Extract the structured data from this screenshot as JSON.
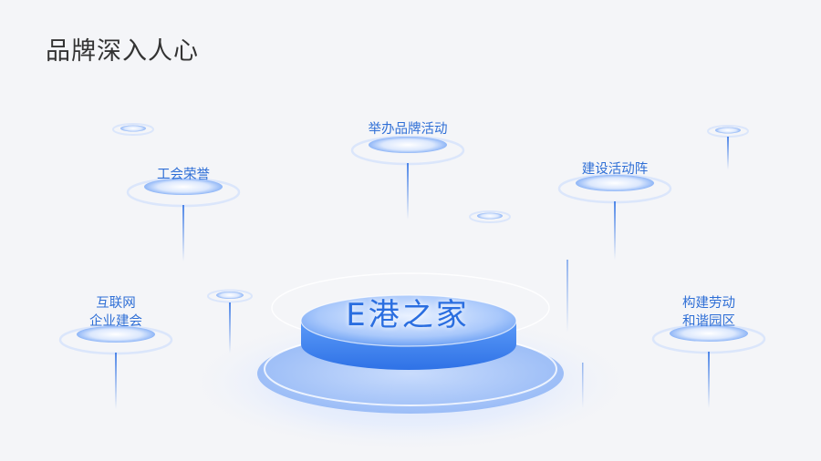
{
  "page": {
    "title": "品牌深入人心"
  },
  "center": {
    "label": "E港之家"
  },
  "nodes": [
    {
      "id": "honor",
      "label": "工会荣誉"
    },
    {
      "id": "brand",
      "label": "举办品牌活动"
    },
    {
      "id": "base",
      "label": "建设活动阵"
    },
    {
      "id": "internet",
      "label": "互联网\n企业建会"
    },
    {
      "id": "harmony",
      "label": "构建劳动\n和谐园区"
    }
  ],
  "colors": {
    "accent": "#2f6fd6",
    "platform": "#4d8cf2",
    "background": "#f4f5f8"
  }
}
